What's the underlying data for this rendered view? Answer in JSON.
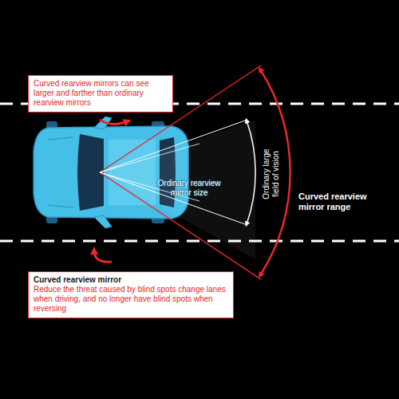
{
  "diagram": {
    "nodes": [
      {
        "text": [
          "Curved rearview mirrors can see larger and farther than ordinary rearview mirrors"
        ]
      },
      {
        "text": [
          "Curved rearview mirror",
          "Reduce the threat caused by blind spots change lanes when driving, and no longer have blind spots when reversing"
        ]
      }
    ],
    "labels": [
      "Ordinary rearview mirror size",
      "Ordinary large field of vision",
      "Curved rearview mirror range"
    ]
  }
}
